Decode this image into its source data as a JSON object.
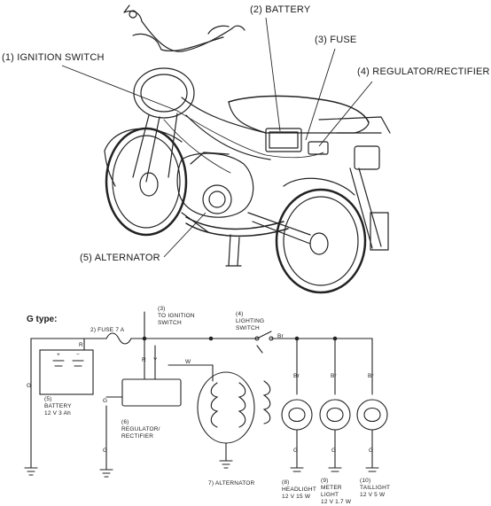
{
  "illustration": {
    "callouts": {
      "battery": "(2) BATTERY",
      "fuse": "(3) FUSE",
      "ignition_switch": "(1) IGNITION SWITCH",
      "regulator_rectifier": "(4) REGULATOR/RECTIFIER",
      "alternator": "(5) ALTERNATOR"
    }
  },
  "schematic": {
    "title": "G type:",
    "labels": {
      "to_ignition_1": "(3)",
      "to_ignition_2": "TO IGNITION",
      "to_ignition_3": "SWITCH",
      "lighting_1": "(4)",
      "lighting_2": "LIGHTING",
      "lighting_3": "SWITCH",
      "fuse": "2) FUSE 7 A",
      "battery_1": "(5)",
      "battery_2": "BATTERY",
      "battery_3": "12 V 3 Ah",
      "regulator_1": "(6)",
      "regulator_2": "REGULATOR/",
      "regulator_3": "RECTIFIER",
      "alternator": "7) ALTERNATOR",
      "headlight_1": "(8)",
      "headlight_2": "HEADLIGHT",
      "headlight_3": "12 V 15 W",
      "meter_1": "(9)",
      "meter_2": "METER",
      "meter_3": "LIGHT",
      "meter_4": "12 V 1.7 W",
      "taillight_1": "(10)",
      "taillight_2": "TAILLIGHT",
      "taillight_3": "12 V 5 W"
    },
    "wire_codes": {
      "g_left": "G",
      "r_batt": "R",
      "r_reg": "R",
      "y_reg": "Y",
      "w_reg": "W",
      "g_reg1": "G",
      "g_reg2": "G",
      "br_main": "Br",
      "br_head": "Br",
      "br_meter": "Br",
      "br_tail": "Br",
      "g_head": "G",
      "g_meter": "G",
      "g_tail": "G"
    },
    "battery_plus": "+",
    "battery_minus": "−"
  }
}
